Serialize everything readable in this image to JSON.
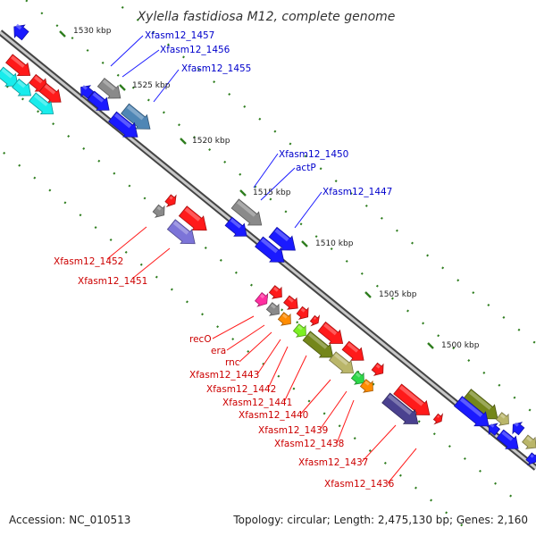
{
  "title": "Xylella fastidiosa M12, complete genome",
  "footer": {
    "accession": "Accession: NC_010513",
    "summary": "Topology: circular; Length: 2,475,130 bp; Genes: 2,160"
  },
  "ticks": [
    "1530 kbp",
    "1525 kbp",
    "1520 kbp",
    "1515 kbp",
    "1510 kbp",
    "1505 kbp",
    "1500 kbp"
  ],
  "labels_blue": [
    "Xfasm12_1457",
    "Xfasm12_1456",
    "Xfasm12_1455",
    "Xfasm12_1450",
    "actP",
    "Xfasm12_1447"
  ],
  "labels_red": [
    "Xfasm12_1452",
    "Xfasm12_1451",
    "recO",
    "era",
    "rnc",
    "Xfasm12_1443",
    "Xfasm12_1442",
    "Xfasm12_1441",
    "Xfasm12_1440",
    "Xfasm12_1439",
    "Xfasm12_1438",
    "Xfasm12_1437",
    "Xfasm12_1436"
  ],
  "colors": {
    "backbone": "#9a9a9a",
    "tick": "#2e7d1e",
    "red": "#ff1a1a",
    "blue": "#1a1aff",
    "cyan": "#19ecec",
    "gray": "#8a8a8a",
    "steel": "#4f86b5",
    "slate": "#7c74d8",
    "navy": "#4a418f",
    "olive": "#74861a",
    "khaki": "#bab66a",
    "lime": "#7cf023",
    "green": "#2ed84a",
    "orange": "#ff8c00",
    "magenta": "#ff2ea0"
  }
}
